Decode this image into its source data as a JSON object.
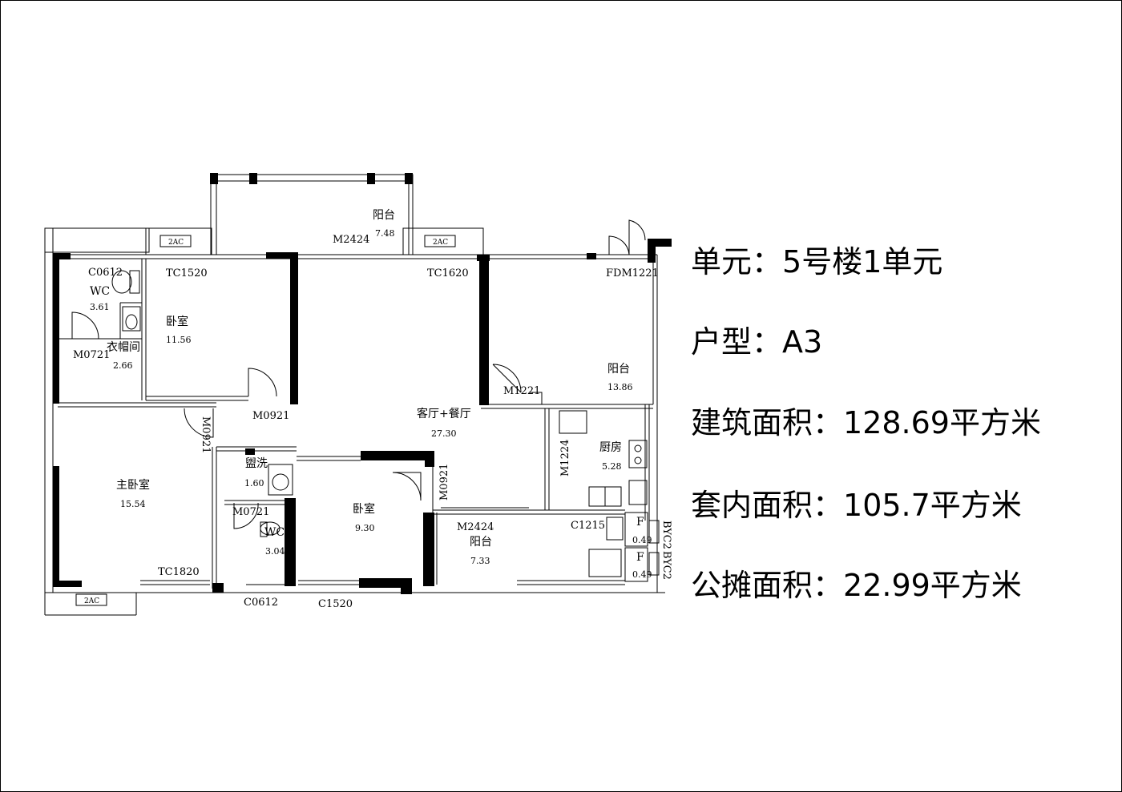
{
  "info": {
    "unit_label": "单元：",
    "unit_value": "5号楼1单元",
    "type_label": "户型：",
    "type_value": "A3",
    "gross_label": "建筑面积：",
    "gross_value": "128.69平方米",
    "inner_label": "套内面积：",
    "inner_value": "105.7平方米",
    "shared_label": "公摊面积：",
    "shared_value": "22.99平方米"
  },
  "rooms": {
    "balcony_top": {
      "name": "阳台",
      "area": "7.48"
    },
    "wc_top": {
      "name": "WC",
      "area": "3.61"
    },
    "closet": {
      "name": "衣帽间",
      "area": "2.66"
    },
    "bedroom_1": {
      "name": "卧室",
      "area": "11.56"
    },
    "living": {
      "name": "客厅+餐厅",
      "area": "27.30"
    },
    "balcony_right": {
      "name": "阳台",
      "area": "13.86"
    },
    "kitchen": {
      "name": "厨房",
      "area": "5.28"
    },
    "wash": {
      "name": "盥洗",
      "area": "1.60"
    },
    "master": {
      "name": "主卧室",
      "area": "15.54"
    },
    "wc_bottom": {
      "name": "WC",
      "area": "3.04"
    },
    "bedroom_2": {
      "name": "卧室",
      "area": "9.30"
    },
    "balcony_bottom": {
      "name": "阳台",
      "area": "7.33"
    },
    "flue_1": {
      "name": "F",
      "area": "0.49"
    },
    "flue_2": {
      "name": "F",
      "area": "0.49"
    }
  },
  "codes": {
    "c0612_top": "C0612",
    "tc1520": "TC1520",
    "m2424_top": "M2424",
    "tc1620": "TC1620",
    "fdm1221": "FDM1221",
    "m0721_top": "M0721",
    "m0921_a": "M0921",
    "m0921_b": "M0921",
    "m1221": "M1221",
    "m1224": "M1224",
    "m0921_c": "M0921",
    "m0721_bottom": "M0721",
    "m2424_bottom": "M2424",
    "c1215": "C1215",
    "byc2_a": "BYC2",
    "byc2_b": "BYC2",
    "tc1820": "TC1820",
    "c0612_bottom": "C0612",
    "c1520": "C1520"
  },
  "ac_label": "2AC"
}
